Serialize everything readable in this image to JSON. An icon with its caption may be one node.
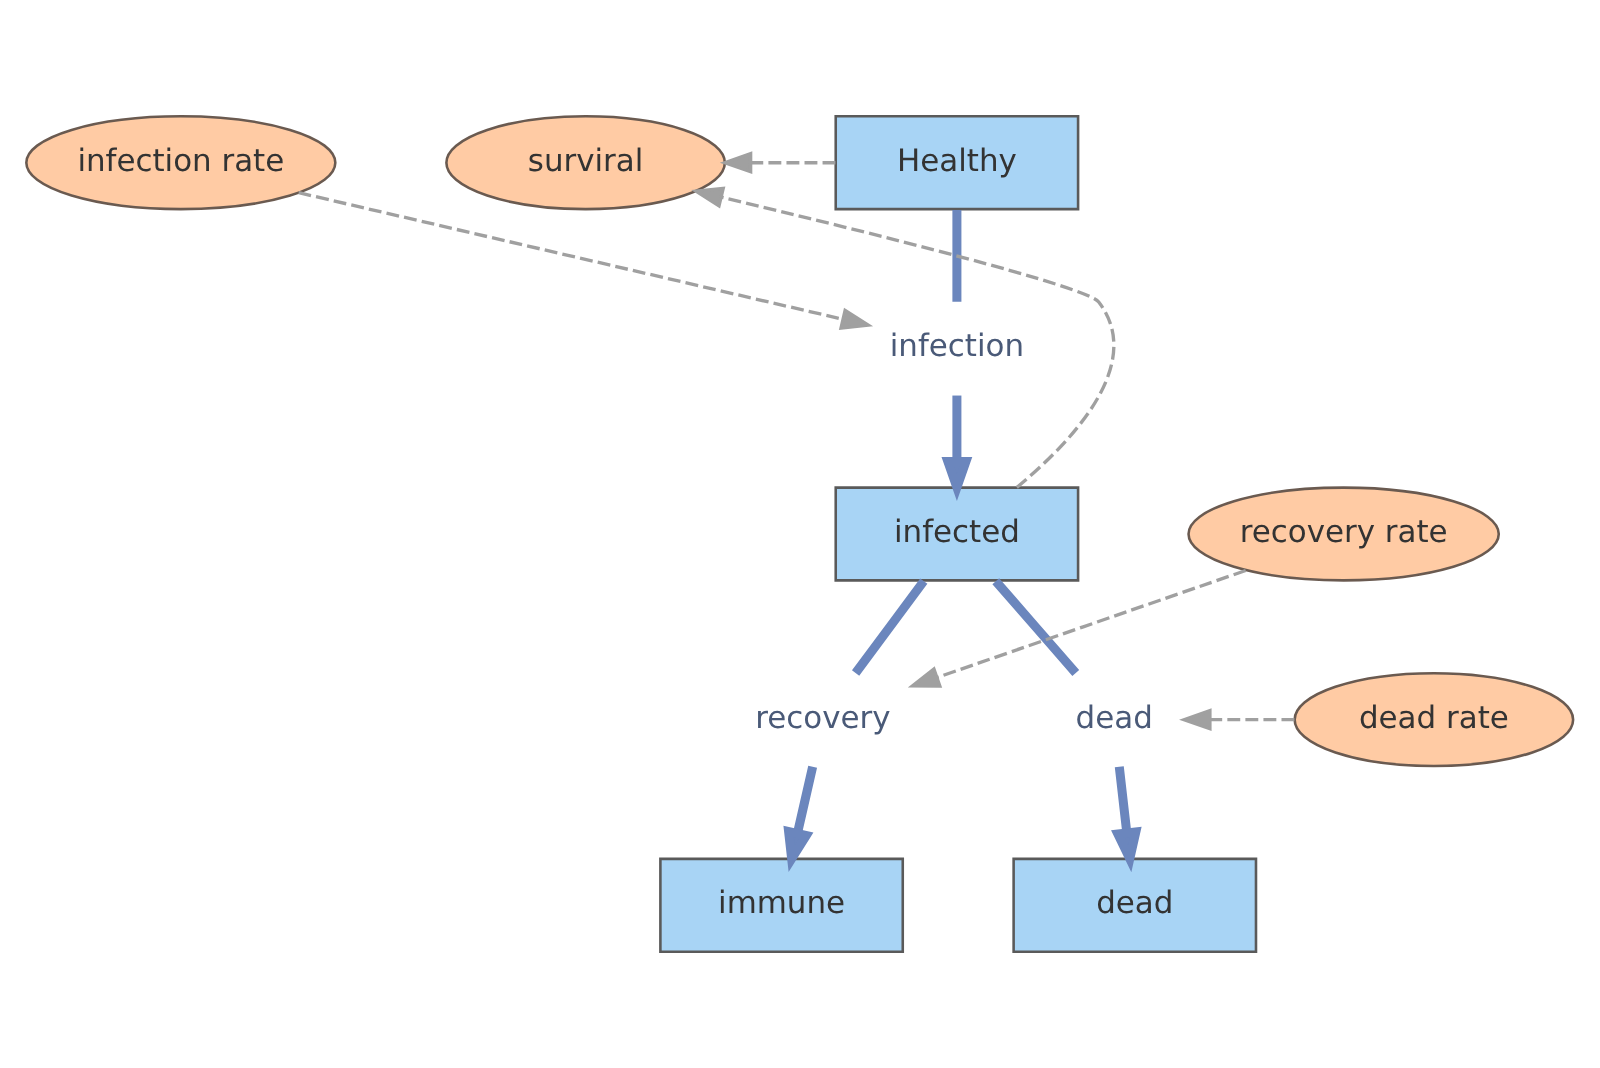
{
  "diagram": {
    "nodes": [
      {
        "text": [
          "infection rate"
        ]
      },
      {
        "text": [
          "Healthy"
        ]
      },
      {
        "text": [
          "surviral"
        ]
      },
      {
        "text": [
          "infection"
        ]
      },
      {
        "text": [
          "infected"
        ]
      },
      {
        "text": [
          "recovery rate"
        ]
      },
      {
        "text": [
          "recovery"
        ]
      },
      {
        "text": [
          "dead rate"
        ]
      },
      {
        "text": [
          "dead"
        ]
      },
      {
        "text": [
          "immune"
        ]
      },
      {
        "text": [
          "dead"
        ]
      }
    ],
    "edges": [
      {
        "from": 1,
        "to": 2,
        "arrow": "to",
        "style": "dashed",
        "color": "#a0a0a0"
      },
      {
        "from": 0,
        "to": 3,
        "arrow": "to",
        "style": "dashed",
        "color": "#a0a0a0"
      },
      {
        "from": 1,
        "to": 3,
        "arrow": "none"
      },
      {
        "from": 3,
        "to": 4,
        "arrow": "to"
      },
      {
        "from": 4,
        "to": 2,
        "arrow": "to",
        "style": "dashed",
        "color": "#a0a0a0"
      },
      {
        "from": 5,
        "to": 6,
        "arrow": "to",
        "style": "dashed",
        "color": "#a0a0a0"
      },
      {
        "from": 4,
        "to": 6,
        "arrow": "none"
      },
      {
        "from": 6,
        "to": 9,
        "arrow": "to"
      },
      {
        "from": 7,
        "to": 8,
        "arrow": "to",
        "style": "dashed",
        "color": "#a0a0a0"
      },
      {
        "from": 4,
        "to": 8,
        "arrow": "none"
      },
      {
        "from": 8,
        "to": 10,
        "arrow": "to"
      }
    ]
  }
}
